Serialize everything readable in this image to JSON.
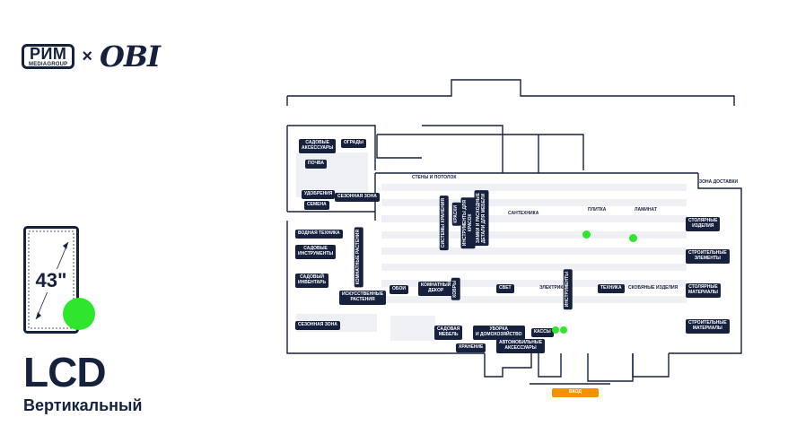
{
  "logo": {
    "rim": "РИМ",
    "rim_sub": "MEDIAGROUP",
    "times": "×",
    "obi": "OBI"
  },
  "screen_size": "43\"",
  "title": {
    "main": "LCD",
    "sub": "Вертикальный"
  },
  "colors": {
    "navy": "#16213d",
    "marker": "#2ee62e",
    "entrance": "#f39200"
  },
  "plan_labels": {
    "sadovye_aks": "САДОВЫЕ\nАКСЕССУАРЫ",
    "ogrady": "ОГРАДЫ",
    "pochva": "ПОЧВА",
    "udobreniya": "УДОБРЕНИЯ",
    "sezonnaya1": "СЕЗОННАЯ ЗОНА",
    "semena": "СЕМЕНА",
    "steny": "СТЕНЫ И ПОТОЛОК",
    "sistemy": "СИСТЕМЫ ХРАНЕНИЯ",
    "kraski": "КРАСКИ",
    "instr_krasok": "ИНСТРУМЕНТЫ ДЛЯ\nКРАСОК",
    "zamki": "ЗАМКИ И РАСХОДНЫЕ\nДЕТАЛИ ДЛЯ МЕБЕЛИ",
    "santehnika": "САНТЕХНИКА",
    "plitka": "ПЛИТКА",
    "laminat": "ЛАМИНАТ",
    "zona_dostavki": "ЗОНА ДОСТАВКИ",
    "vodnaya": "ВОДНАЯ ТЕХНИКА",
    "sad_instr": "САДОВЫЕ\nИНСТРУМЕНТЫ",
    "komn_rast": "КОМНАТНЫЕ РАСТЕНИЯ",
    "sad_inv": "САДОВЫЙ\nИНВЕНТАРЬ",
    "iskusstv": "ИСКУССТВЕННЫЕ\nРАСТЕНИЯ",
    "oboi": "ОБОИ",
    "komn_dekor": "КОМНАТНЫЙ\nДЕКОР",
    "kovry": "КОВРЫ",
    "svet": "СВЕТ",
    "elektrika": "ЭЛЕКТРИКА",
    "instrumenty": "ИНСТРУМЕНТЫ",
    "tehnika": "ТЕХНИКА",
    "skobyanye": "СКОБЯНЫЕ ИЗДЕЛИЯ",
    "stolyarnye1": "СТОЛЯРНЫЕ\nИЗДЕЛИЯ",
    "stroit_el": "СТРОИТЕЛЬНЫЕ\nЭЛЕМЕНТЫ",
    "stolyarnye2": "СТОЛЯРНЫЕ\nМАТЕРИАЛЫ",
    "stroit_mat": "СТРОИТЕЛЬНЫЕ\nМАТЕРИАЛЫ",
    "sezonnaya2": "СЕЗОННАЯ ЗОНА",
    "sad_mebel": "САДОВАЯ\nМЕБЕЛЬ",
    "uborka": "УБОРКА\nИ ДОМОХОЗЯЙСТВО",
    "kassy": "КАССЫ",
    "avto": "АВТОМОБИЛЬНЫЕ\nАКСЕССУАРЫ",
    "hranenie": "ХРАНЕНИЕ",
    "vhod": "ВХОД"
  }
}
